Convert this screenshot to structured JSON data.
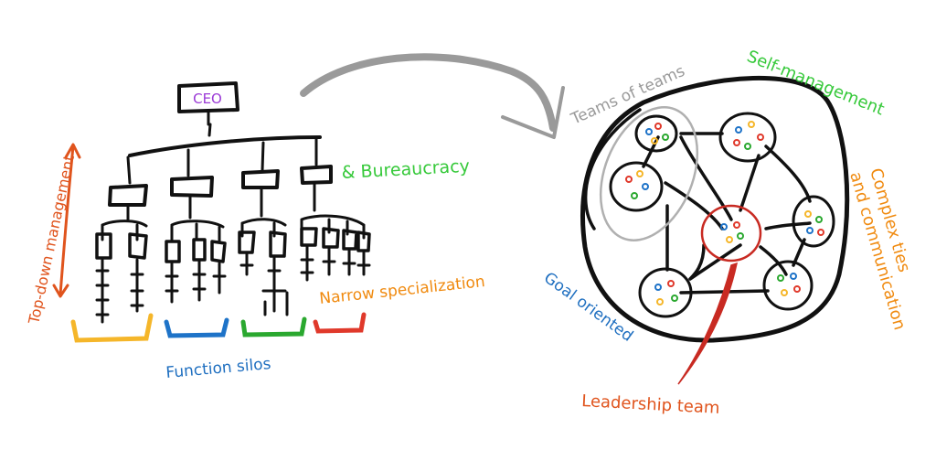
{
  "left": {
    "ceo_label": "CEO",
    "labels": {
      "bureaucracy": "& Bureaucracy",
      "narrow_specialization": "Narrow specialization",
      "function_silos": "Function silos",
      "top_down_management": "Top-down management"
    },
    "silo_colors": [
      "#f5b62a",
      "#1e73c8",
      "#2aa82f",
      "#e0392b"
    ]
  },
  "right": {
    "labels": {
      "teams_of_teams": "Teams of teams",
      "self_management": "Self-management",
      "complex_ties": "Complex ties",
      "and_communication": "and communication",
      "goal_oriented": "Goal oriented",
      "leadership_team": "Leadership team"
    }
  },
  "colors": {
    "orange": "#f08a0f",
    "green": "#36c93a",
    "blue": "#1f6fc0",
    "red_orange": "#e0541d",
    "gray": "#9a9a9a",
    "leadership_red": "#c82a22",
    "ceo_purple": "#9b3ad6"
  }
}
